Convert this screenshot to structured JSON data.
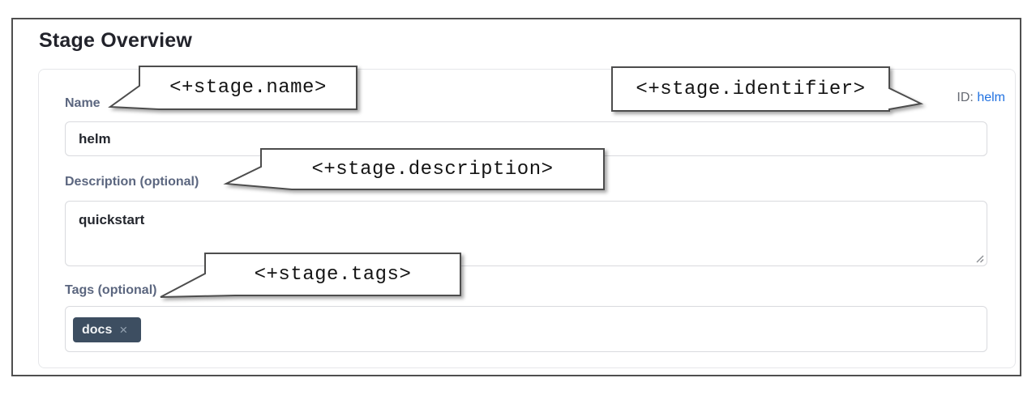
{
  "panel": {
    "title": "Stage Overview"
  },
  "form": {
    "name": {
      "label": "Name",
      "value": "helm",
      "id_label": "ID:",
      "id_value": "helm"
    },
    "description": {
      "label": "Description (optional)",
      "value": "quickstart"
    },
    "tags": {
      "label": "Tags (optional)",
      "chips": [
        {
          "text": "docs",
          "remove_glyph": "×"
        }
      ]
    }
  },
  "callouts": [
    {
      "expression": "<+stage.name>"
    },
    {
      "expression": "<+stage.identifier>"
    },
    {
      "expression": "<+stage.description>"
    },
    {
      "expression": "<+stage.tags>"
    }
  ],
  "colors": {
    "accent_blue": "#2071e1",
    "label_slate": "#5b667f",
    "chip_background": "#3d4e61",
    "frame_border": "#4f4f4f",
    "input_border": "#d9dade",
    "callout_border": "#4d4d4d"
  }
}
